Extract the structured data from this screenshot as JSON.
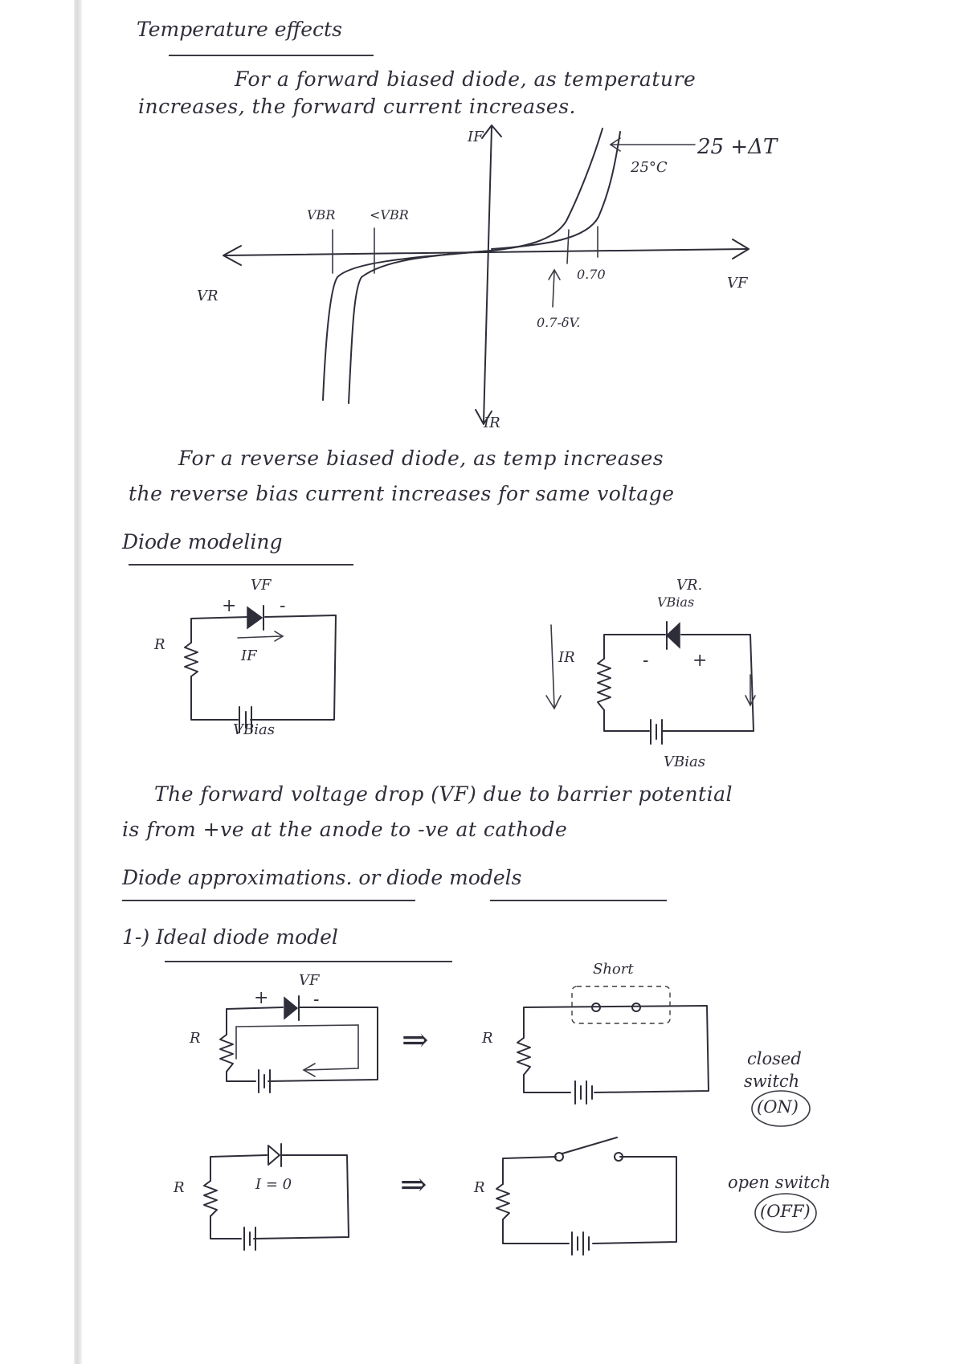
{
  "headings": {
    "temperature_effects": "Temperature effects",
    "diode_modeling": "Diode modeling",
    "diode_approximations": "Diode approximations. or diode models",
    "ideal_diode_model": "1-) Ideal diode model"
  },
  "paragraphs": {
    "forward_line1": "For a forward biased diode, as temperature",
    "forward_line2": "increases, the forward current increases.",
    "reverse_line1": "For a reverse biased diode, as temp increases",
    "reverse_line2": "the reverse bias current increases for same voltage",
    "vf_line1": "The forward voltage drop (VF) due to barrier potential",
    "vf_line2": "is from +ve at the anode to -ve at cathode"
  },
  "graph": {
    "if_label": "IF",
    "ir_label": "IR",
    "vr_label": "VR",
    "vf_label": "VF",
    "vbr1_label": "VBR",
    "vbr2_label": "<VBR",
    "curve_hot_label": "25 +ΔT",
    "curve_room_label": "25°C",
    "v070_label": "0.70",
    "vshift_label": "0.7-δV."
  },
  "modeling": {
    "forward": {
      "vf_label": "VF",
      "plus_label": "+",
      "minus_label": "-",
      "r_label": "R",
      "if_label": "IF",
      "vbias_label": "VBias"
    },
    "reverse": {
      "vr_label": "VR.",
      "vbias_top_label": "VBias",
      "ir_label": "IR",
      "minus_label": "-",
      "plus_label": "+",
      "vbias_label": "VBias"
    }
  },
  "ideal": {
    "on_vf_label": "VF",
    "on_plus": "+",
    "on_minus": "-",
    "r_label": "R",
    "arrow": "⇒",
    "short_label": "Short",
    "closed_switch_line1": "closed",
    "closed_switch_line2": "switch",
    "closed_switch_line3": "(ON)",
    "off_i_label": "I = 0",
    "open_switch_line1": "open switch",
    "open_switch_line2": "(OFF)"
  }
}
